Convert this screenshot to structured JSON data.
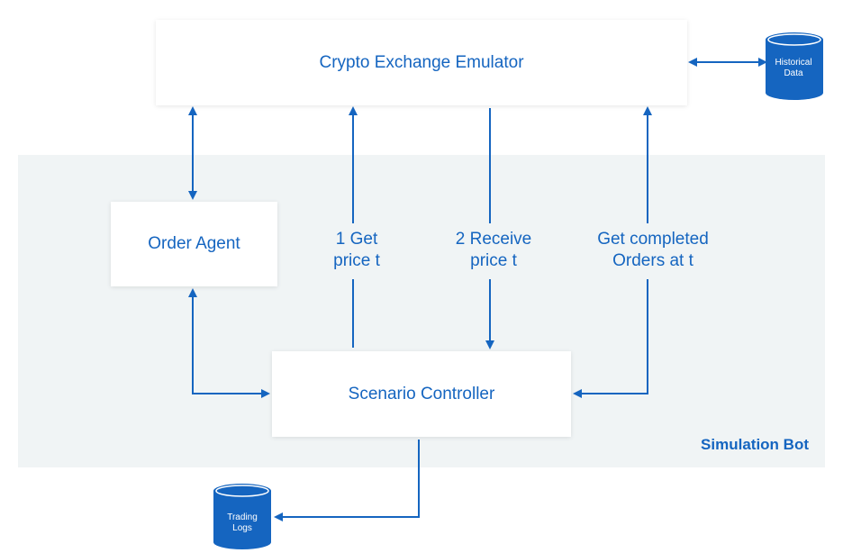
{
  "nodes": {
    "exchange": "Crypto Exchange Emulator",
    "order_agent": "Order Agent",
    "scenario_controller": "Scenario Controller"
  },
  "region": {
    "label": "Simulation Bot"
  },
  "flows": {
    "get_price": [
      "1 Get",
      "price t"
    ],
    "receive_price": [
      "2 Receive",
      "price t"
    ],
    "completed_orders": [
      "Get completed",
      "Orders at t"
    ]
  },
  "datastores": {
    "historical": [
      "Historical",
      "Data"
    ],
    "trading_logs": [
      "Trading",
      "Logs"
    ]
  },
  "colors": {
    "accent": "#1565c0",
    "region_background": "#f0f4f5",
    "datastore_fill": "#1565c0"
  }
}
